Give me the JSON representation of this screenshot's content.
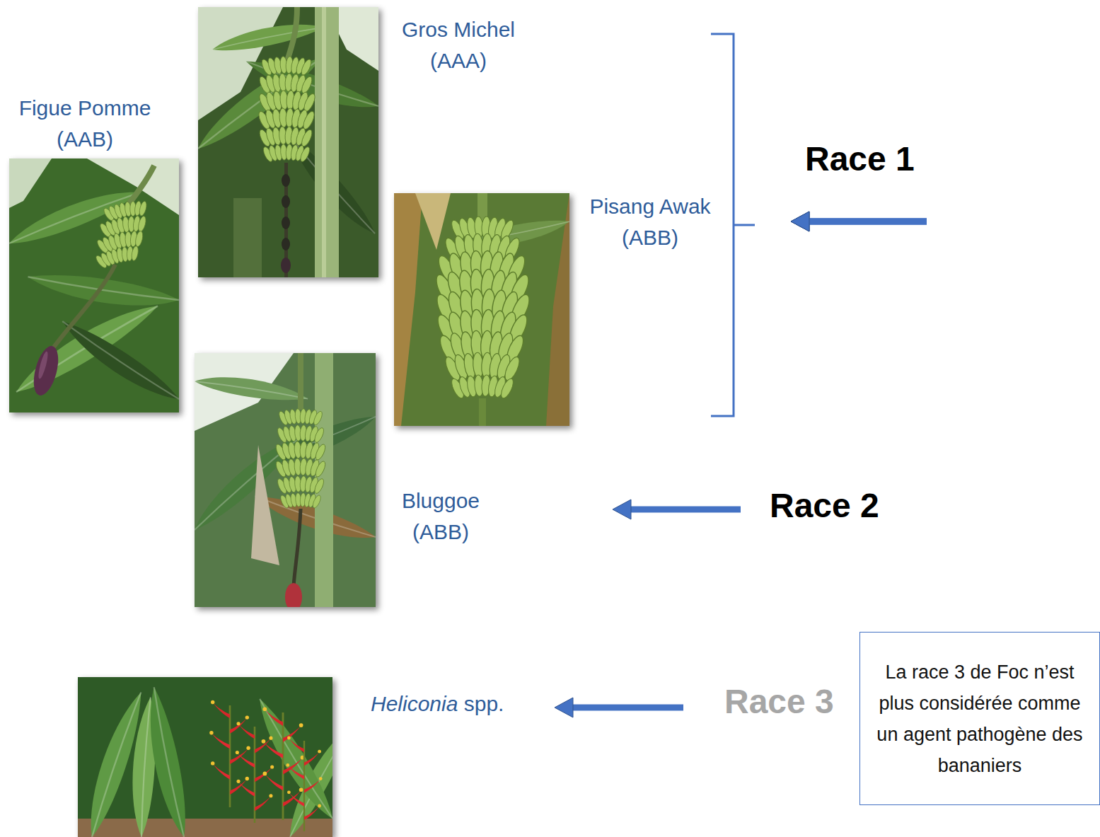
{
  "diagram": {
    "nodes": [
      {
        "text": [
          "Gros Michel (AAA)"
        ]
      },
      {
        "text": [
          "Figue Pomme (AAB)"
        ]
      },
      {
        "text": [
          "Race 1"
        ]
      },
      {
        "text": [
          "Pisang Awak (ABB)"
        ]
      },
      {
        "text": [
          "Bluggoe (ABB)"
        ]
      },
      {
        "text": [
          "Race 2"
        ]
      },
      {
        "text": [
          "Heliconia spp."
        ]
      },
      {
        "text": [
          "Race 3"
        ]
      },
      {
        "text": [
          "La race 3 de Foc n’est plus considérée comme un agent pathogène des bananiers"
        ]
      }
    ],
    "edges": [
      {
        "from": 2,
        "to": 1,
        "arrow": "to"
      },
      {
        "from": 2,
        "to": 0,
        "arrow": "to"
      },
      {
        "from": 2,
        "to": 3,
        "arrow": "to"
      },
      {
        "from": 5,
        "to": 4,
        "arrow": "to"
      },
      {
        "from": 7,
        "to": 6,
        "arrow": "to"
      }
    ]
  }
}
